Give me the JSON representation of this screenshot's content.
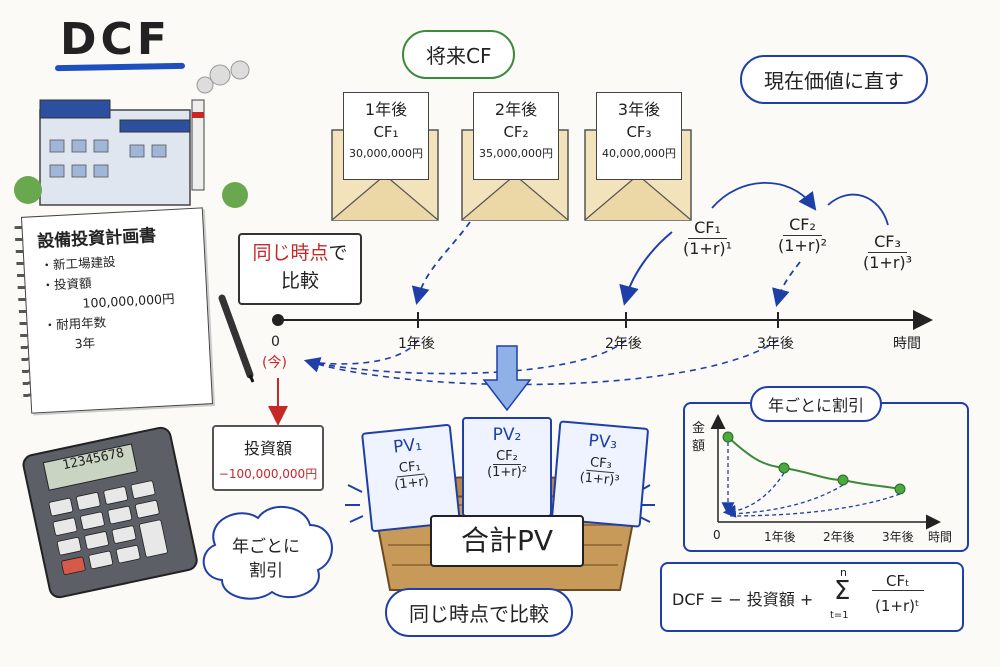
{
  "title": "DCF",
  "future_cf_label": "将来CF",
  "present_value_label": "現在価値に直す",
  "envelopes": [
    {
      "year": "1年後",
      "cf": "CF₁",
      "amount": "30,000,000円"
    },
    {
      "year": "2年後",
      "cf": "CF₂",
      "amount": "35,000,000円"
    },
    {
      "year": "3年後",
      "cf": "CF₃",
      "amount": "40,000,000円"
    }
  ],
  "discount_fracs": [
    {
      "num": "CF₁",
      "den": "(1+r)¹"
    },
    {
      "num": "CF₂",
      "den": "(1+r)²"
    },
    {
      "num": "CF₃",
      "den": "(1+r)³"
    }
  ],
  "compare_box": {
    "line1_red": "同じ時点",
    "line1_rest": "で",
    "line2": "比較"
  },
  "plan": {
    "title": "設備投資計画書",
    "items": [
      "・新工場建設",
      "・投資額",
      "100,000,000円",
      "・耐用年数",
      "3年"
    ]
  },
  "timeline": {
    "t0": "0",
    "now": "(今)",
    "ticks": [
      "1年後",
      "2年後",
      "3年後"
    ],
    "end": "時間"
  },
  "investment": {
    "label": "投資額",
    "amount": "−100,000,000円"
  },
  "calculator": {
    "display": "12345678"
  },
  "cloud_text": [
    "年ごとに",
    "割引"
  ],
  "pv_cards": [
    {
      "title": "PV₁",
      "num": "CF₁",
      "den": "(1+r)"
    },
    {
      "title": "PV₂",
      "num": "CF₂",
      "den": "(1+r)²"
    },
    {
      "title": "PV₃",
      "num": "CF₃",
      "den": "(1+r)³"
    }
  ],
  "basket_label": "合計PV",
  "bottom_pill": "同じ時点で比較",
  "mini_chart": {
    "title": "年ごとに割引",
    "ylabel": "金額",
    "xticks": [
      "0",
      "1年後",
      "2年後",
      "3年後"
    ],
    "xlabel": "時間"
  },
  "formula": {
    "lhs": "DCF = − 投資額 +",
    "sum_top": "n",
    "sum_bottom": "t=1",
    "num": "CFₜ",
    "den": "(1+r)ᵗ"
  },
  "colors": {
    "blue": "#1f3fa8",
    "red": "#c62828",
    "green": "#3d8a3d"
  }
}
